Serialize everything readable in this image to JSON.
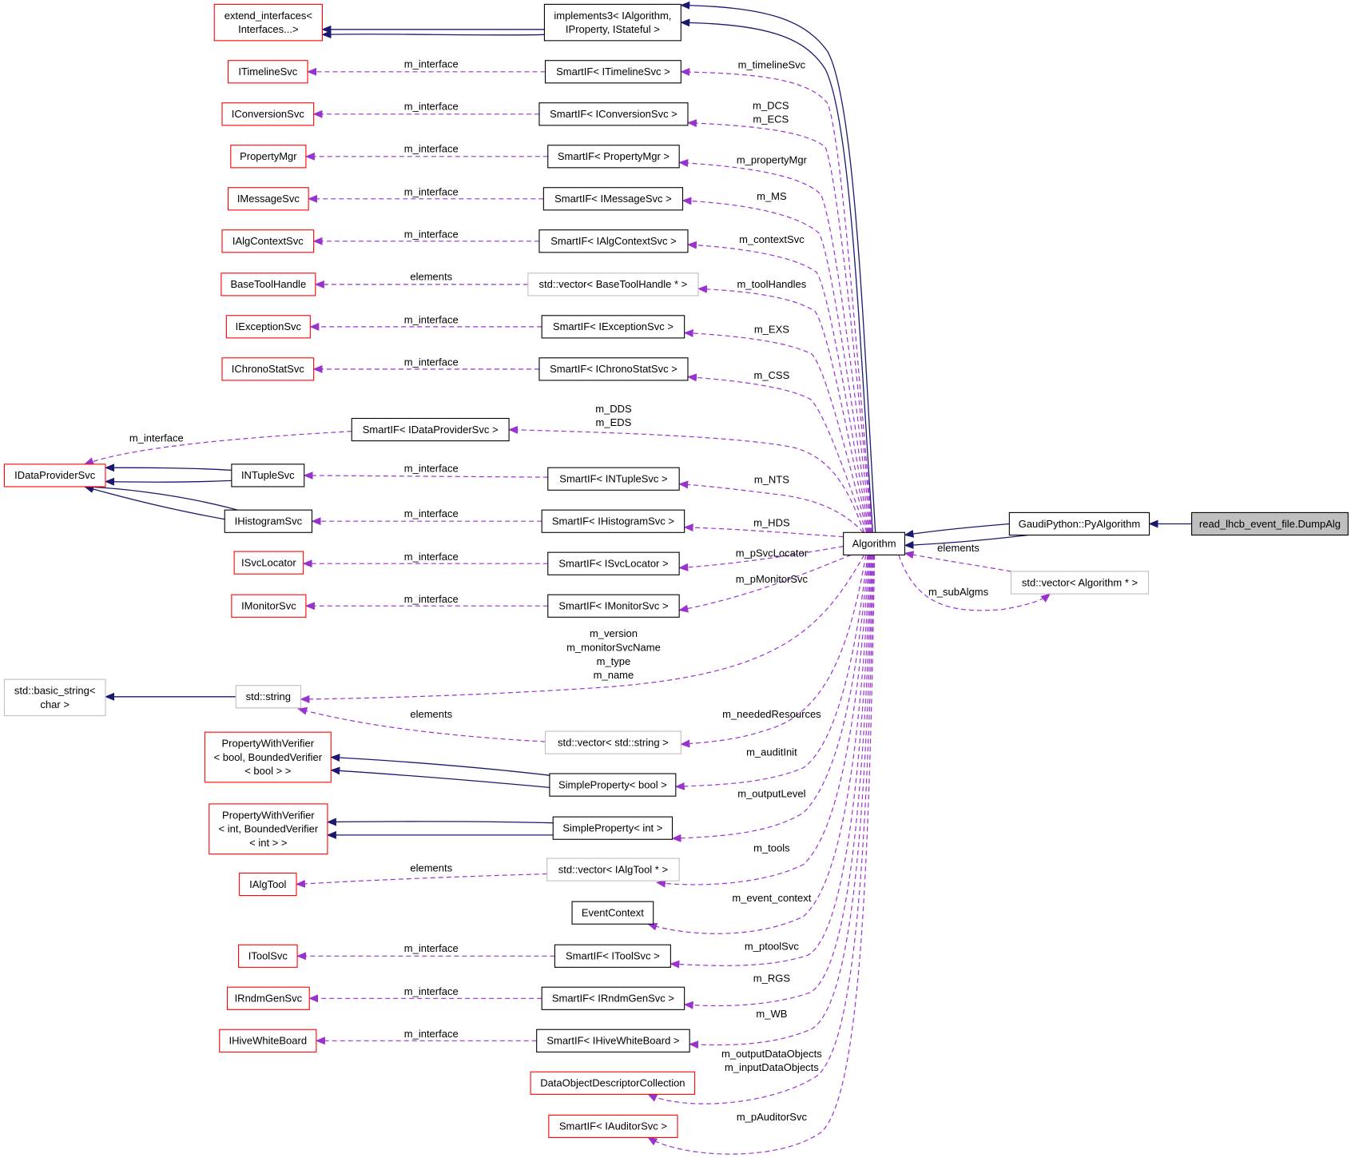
{
  "colors": {
    "inheritance": "#191970",
    "usage": "#9a32cd",
    "border_documented": "#000000",
    "border_undocumented": "#ff0000",
    "border_external": "#bfbfbf",
    "focus_fill": "#bfbfbf",
    "text": "#000000"
  },
  "nodes": [
    {
      "id": "extend_interfaces",
      "lines": [
        "extend_interfaces<",
        "Interfaces...>"
      ],
      "style": "red"
    },
    {
      "id": "implements3",
      "lines": [
        "implements3< IAlgorithm,",
        "IProperty, IStateful >"
      ],
      "style": "black"
    },
    {
      "id": "ITimelineSvc",
      "lines": [
        "ITimelineSvc"
      ],
      "style": "red"
    },
    {
      "id": "SmartIF_ITimelineSvc",
      "lines": [
        "SmartIF< ITimelineSvc >"
      ],
      "style": "black"
    },
    {
      "id": "IConversionSvc",
      "lines": [
        "IConversionSvc"
      ],
      "style": "red"
    },
    {
      "id": "SmartIF_IConversionSvc",
      "lines": [
        "SmartIF< IConversionSvc >"
      ],
      "style": "black"
    },
    {
      "id": "PropertyMgr",
      "lines": [
        "PropertyMgr"
      ],
      "style": "red"
    },
    {
      "id": "SmartIF_PropertyMgr",
      "lines": [
        "SmartIF< PropertyMgr >"
      ],
      "style": "black"
    },
    {
      "id": "IMessageSvc",
      "lines": [
        "IMessageSvc"
      ],
      "style": "red"
    },
    {
      "id": "SmartIF_IMessageSvc",
      "lines": [
        "SmartIF< IMessageSvc >"
      ],
      "style": "black"
    },
    {
      "id": "IAlgContextSvc",
      "lines": [
        "IAlgContextSvc"
      ],
      "style": "red"
    },
    {
      "id": "SmartIF_IAlgContextSvc",
      "lines": [
        "SmartIF< IAlgContextSvc >"
      ],
      "style": "black"
    },
    {
      "id": "BaseToolHandle",
      "lines": [
        "BaseToolHandle"
      ],
      "style": "red"
    },
    {
      "id": "vec_BaseToolHandle",
      "lines": [
        "std::vector< BaseToolHandle * >"
      ],
      "style": "grey"
    },
    {
      "id": "IExceptionSvc",
      "lines": [
        "IExceptionSvc"
      ],
      "style": "red"
    },
    {
      "id": "SmartIF_IExceptionSvc",
      "lines": [
        "SmartIF< IExceptionSvc >"
      ],
      "style": "black"
    },
    {
      "id": "IChronoStatSvc",
      "lines": [
        "IChronoStatSvc"
      ],
      "style": "red"
    },
    {
      "id": "SmartIF_IChronoStatSvc",
      "lines": [
        "SmartIF< IChronoStatSvc >"
      ],
      "style": "black"
    },
    {
      "id": "SmartIF_IDataProviderSvc",
      "lines": [
        "SmartIF< IDataProviderSvc >"
      ],
      "style": "black"
    },
    {
      "id": "IDataProviderSvc",
      "lines": [
        "IDataProviderSvc"
      ],
      "style": "red"
    },
    {
      "id": "INTupleSvc",
      "lines": [
        "INTupleSvc"
      ],
      "style": "black"
    },
    {
      "id": "SmartIF_INTupleSvc",
      "lines": [
        "SmartIF< INTupleSvc >"
      ],
      "style": "black"
    },
    {
      "id": "IHistogramSvc",
      "lines": [
        "IHistogramSvc"
      ],
      "style": "black"
    },
    {
      "id": "SmartIF_IHistogramSvc",
      "lines": [
        "SmartIF< IHistogramSvc >"
      ],
      "style": "black"
    },
    {
      "id": "ISvcLocator",
      "lines": [
        "ISvcLocator"
      ],
      "style": "red"
    },
    {
      "id": "SmartIF_ISvcLocator",
      "lines": [
        "SmartIF< ISvcLocator >"
      ],
      "style": "black"
    },
    {
      "id": "IMonitorSvc",
      "lines": [
        "IMonitorSvc"
      ],
      "style": "red"
    },
    {
      "id": "SmartIF_IMonitorSvc",
      "lines": [
        "SmartIF< IMonitorSvc >"
      ],
      "style": "black"
    },
    {
      "id": "basic_string",
      "lines": [
        "std::basic_string<",
        "char >"
      ],
      "style": "grey"
    },
    {
      "id": "std_string",
      "lines": [
        "std::string"
      ],
      "style": "grey"
    },
    {
      "id": "vec_string",
      "lines": [
        "std::vector< std::string >"
      ],
      "style": "grey"
    },
    {
      "id": "PWV_bool",
      "lines": [
        "PropertyWithVerifier",
        "< bool, BoundedVerifier",
        "< bool > >"
      ],
      "style": "red"
    },
    {
      "id": "SimpleProperty_bool",
      "lines": [
        "SimpleProperty< bool >"
      ],
      "style": "black"
    },
    {
      "id": "PWV_int",
      "lines": [
        "PropertyWithVerifier",
        "< int, BoundedVerifier",
        "< int > >"
      ],
      "style": "red"
    },
    {
      "id": "SimpleProperty_int",
      "lines": [
        "SimpleProperty< int >"
      ],
      "style": "black"
    },
    {
      "id": "IAlgTool",
      "lines": [
        "IAlgTool"
      ],
      "style": "red"
    },
    {
      "id": "vec_IAlgTool",
      "lines": [
        "std::vector< IAlgTool * >"
      ],
      "style": "grey"
    },
    {
      "id": "EventContext",
      "lines": [
        "EventContext"
      ],
      "style": "black"
    },
    {
      "id": "IToolSvc",
      "lines": [
        "IToolSvc"
      ],
      "style": "red"
    },
    {
      "id": "SmartIF_IToolSvc",
      "lines": [
        "SmartIF< IToolSvc >"
      ],
      "style": "black"
    },
    {
      "id": "IRndmGenSvc",
      "lines": [
        "IRndmGenSvc"
      ],
      "style": "red"
    },
    {
      "id": "SmartIF_IRndmGenSvc",
      "lines": [
        "SmartIF< IRndmGenSvc >"
      ],
      "style": "black"
    },
    {
      "id": "IHiveWhiteBoard",
      "lines": [
        "IHiveWhiteBoard"
      ],
      "style": "red"
    },
    {
      "id": "SmartIF_IHiveWhiteBoard",
      "lines": [
        "SmartIF< IHiveWhiteBoard >"
      ],
      "style": "black"
    },
    {
      "id": "DataObjectDescriptorCollection",
      "lines": [
        "DataObjectDescriptorCollection"
      ],
      "style": "red"
    },
    {
      "id": "SmartIF_IAuditorSvc",
      "lines": [
        "SmartIF< IAuditorSvc >"
      ],
      "style": "red"
    },
    {
      "id": "Algorithm",
      "lines": [
        "Algorithm"
      ],
      "style": "black"
    },
    {
      "id": "vec_Algorithm",
      "lines": [
        "std::vector< Algorithm * >"
      ],
      "style": "grey"
    },
    {
      "id": "PyAlgorithm",
      "lines": [
        "GaudiPython::PyAlgorithm"
      ],
      "style": "black"
    },
    {
      "id": "DumpAlg",
      "lines": [
        "read_lhcb_event_file.DumpAlg"
      ],
      "style": "focus"
    }
  ],
  "edge_labels": [
    {
      "id": "lbl_if_timeline",
      "lines": [
        "m_interface"
      ]
    },
    {
      "id": "lbl_if_conversion",
      "lines": [
        "m_interface"
      ]
    },
    {
      "id": "lbl_if_propmgr",
      "lines": [
        "m_interface"
      ]
    },
    {
      "id": "lbl_if_message",
      "lines": [
        "m_interface"
      ]
    },
    {
      "id": "lbl_if_algcontext",
      "lines": [
        "m_interface"
      ]
    },
    {
      "id": "lbl_elements_toolhandle",
      "lines": [
        "elements"
      ]
    },
    {
      "id": "lbl_if_exception",
      "lines": [
        "m_interface"
      ]
    },
    {
      "id": "lbl_if_chrono",
      "lines": [
        "m_interface"
      ]
    },
    {
      "id": "lbl_if_dataprovider",
      "lines": [
        "m_interface"
      ]
    },
    {
      "id": "lbl_if_ntuple",
      "lines": [
        "m_interface"
      ]
    },
    {
      "id": "lbl_if_histogram",
      "lines": [
        "m_interface"
      ]
    },
    {
      "id": "lbl_if_svclocator",
      "lines": [
        "m_interface"
      ]
    },
    {
      "id": "lbl_if_monitor",
      "lines": [
        "m_interface"
      ]
    },
    {
      "id": "lbl_elements_string",
      "lines": [
        "elements"
      ]
    },
    {
      "id": "lbl_elements_algtool",
      "lines": [
        "elements"
      ]
    },
    {
      "id": "lbl_if_toolsvc",
      "lines": [
        "m_interface"
      ]
    },
    {
      "id": "lbl_if_rndmgen",
      "lines": [
        "m_interface"
      ]
    },
    {
      "id": "lbl_if_hivewb",
      "lines": [
        "m_interface"
      ]
    },
    {
      "id": "lbl_timelineSvc",
      "lines": [
        "m_timelineSvc"
      ]
    },
    {
      "id": "lbl_dcs_ecs",
      "lines": [
        "m_DCS",
        "m_ECS"
      ]
    },
    {
      "id": "lbl_propertyMgr",
      "lines": [
        "m_propertyMgr"
      ]
    },
    {
      "id": "lbl_ms",
      "lines": [
        "m_MS"
      ]
    },
    {
      "id": "lbl_contextSvc",
      "lines": [
        "m_contextSvc"
      ]
    },
    {
      "id": "lbl_toolHandles",
      "lines": [
        "m_toolHandles"
      ]
    },
    {
      "id": "lbl_exs",
      "lines": [
        "m_EXS"
      ]
    },
    {
      "id": "lbl_css",
      "lines": [
        "m_CSS"
      ]
    },
    {
      "id": "lbl_dds_eds",
      "lines": [
        "m_DDS",
        "m_EDS"
      ]
    },
    {
      "id": "lbl_nts",
      "lines": [
        "m_NTS"
      ]
    },
    {
      "id": "lbl_hds",
      "lines": [
        "m_HDS"
      ]
    },
    {
      "id": "lbl_psvclocator",
      "lines": [
        "m_pSvcLocator"
      ]
    },
    {
      "id": "lbl_pmonitorsvc",
      "lines": [
        "m_pMonitorSvc"
      ]
    },
    {
      "id": "lbl_version_block",
      "lines": [
        "m_version",
        "m_monitorSvcName",
        "m_type",
        "m_name"
      ]
    },
    {
      "id": "lbl_neededResources",
      "lines": [
        "m_neededResources"
      ]
    },
    {
      "id": "lbl_auditInit",
      "lines": [
        "m_auditInit"
      ]
    },
    {
      "id": "lbl_outputLevel",
      "lines": [
        "m_outputLevel"
      ]
    },
    {
      "id": "lbl_tools",
      "lines": [
        "m_tools"
      ]
    },
    {
      "id": "lbl_event_context",
      "lines": [
        "m_event_context"
      ]
    },
    {
      "id": "lbl_ptoolSvc",
      "lines": [
        "m_ptoolSvc"
      ]
    },
    {
      "id": "lbl_rgs",
      "lines": [
        "m_RGS"
      ]
    },
    {
      "id": "lbl_wb",
      "lines": [
        "m_WB"
      ]
    },
    {
      "id": "lbl_dataobjects",
      "lines": [
        "m_outputDataObjects",
        "m_inputDataObjects"
      ]
    },
    {
      "id": "lbl_pauditorsvc",
      "lines": [
        "m_pAuditorSvc"
      ]
    },
    {
      "id": "lbl_elements_alg",
      "lines": [
        "elements"
      ]
    },
    {
      "id": "lbl_subAlgms",
      "lines": [
        "m_subAlgms"
      ]
    }
  ]
}
